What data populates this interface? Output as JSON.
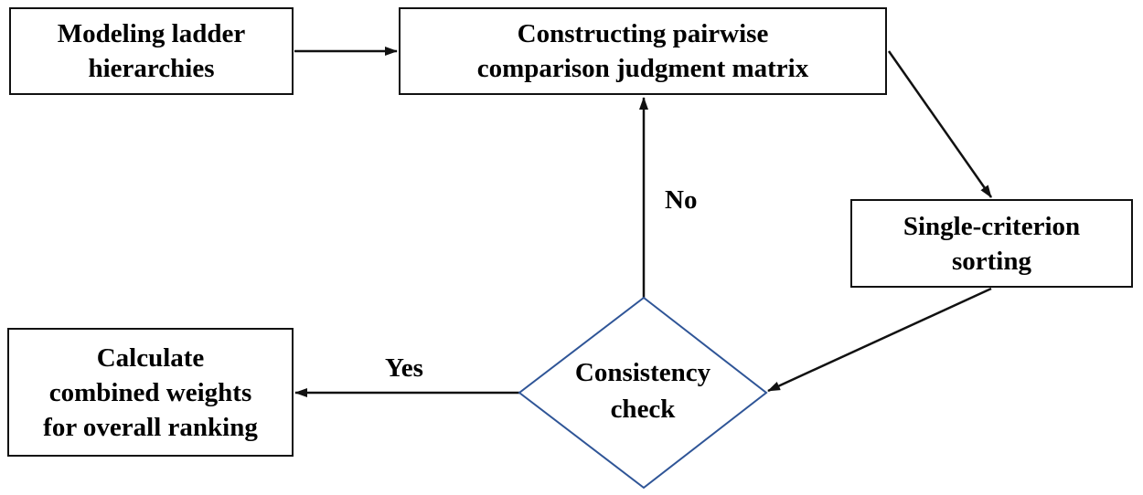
{
  "nodes": {
    "modeling": {
      "lines": [
        "Modeling ladder",
        "hierarchies"
      ]
    },
    "pairwise": {
      "lines": [
        "Constructing pairwise",
        "comparison judgment matrix"
      ]
    },
    "single": {
      "lines": [
        "Single-criterion",
        "sorting"
      ]
    },
    "consistency": {
      "lines": [
        "Consistency",
        "check"
      ]
    },
    "calculate": {
      "lines": [
        "Calculate",
        "combined weights",
        "for overall ranking"
      ]
    }
  },
  "edges": {
    "no_label": "No",
    "yes_label": "Yes"
  },
  "colors": {
    "stroke": "#111111",
    "diamond_stroke": "#2f5597",
    "background": "#ffffff"
  }
}
